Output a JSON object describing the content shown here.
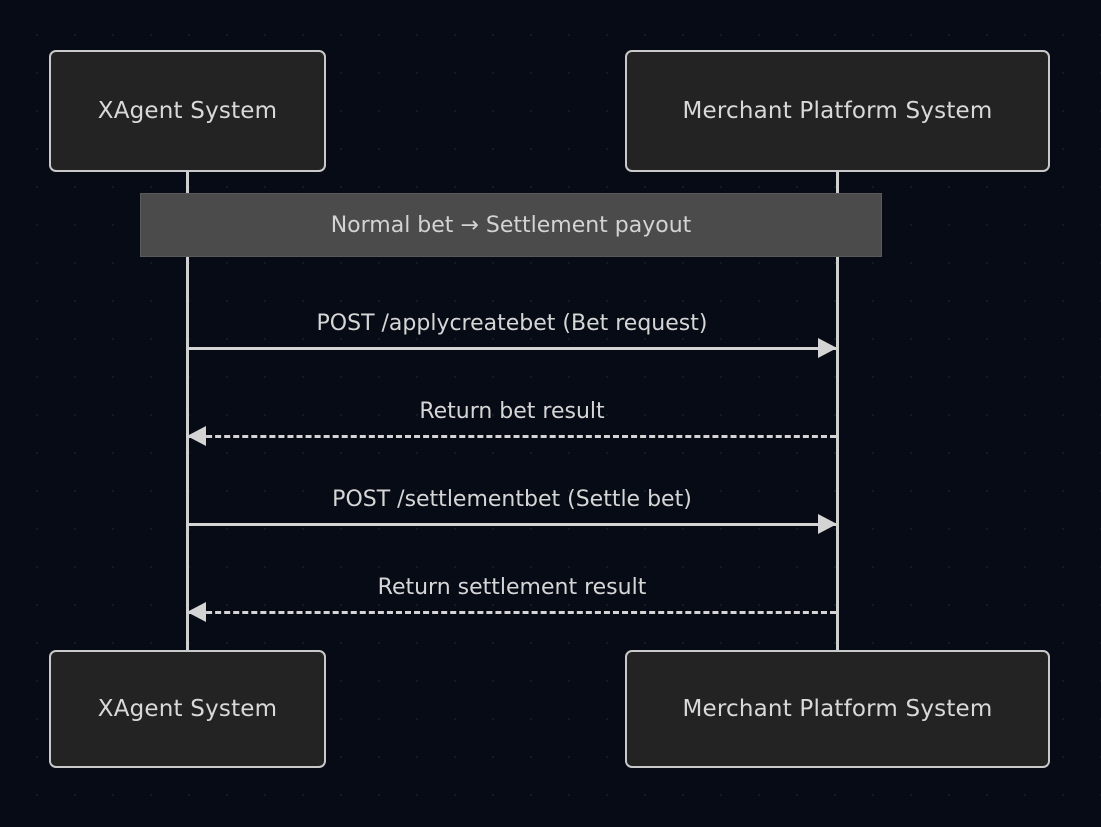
{
  "diagram": {
    "type": "sequence-diagram",
    "background_color": "#070b16",
    "accent_color": "#d4d4d4",
    "box_fill_color": "#232323",
    "group_bar_color": "#4b4b4b",
    "participants": [
      {
        "id": "xagent",
        "label": "XAgent System"
      },
      {
        "id": "merchant",
        "label": "Merchant Platform System"
      }
    ],
    "group": {
      "label": "Normal bet → Settlement payout"
    },
    "messages": [
      {
        "label": "POST /applycreatebet (Bet request)",
        "from": "xagent",
        "to": "merchant",
        "direction": "right",
        "style": "solid"
      },
      {
        "label": "Return bet result",
        "from": "merchant",
        "to": "xagent",
        "direction": "left",
        "style": "dashed"
      },
      {
        "label": "POST /settlementbet (Settle bet)",
        "from": "xagent",
        "to": "merchant",
        "direction": "right",
        "style": "solid"
      },
      {
        "label": "Return settlement result",
        "from": "merchant",
        "to": "xagent",
        "direction": "left",
        "style": "dashed"
      }
    ]
  }
}
